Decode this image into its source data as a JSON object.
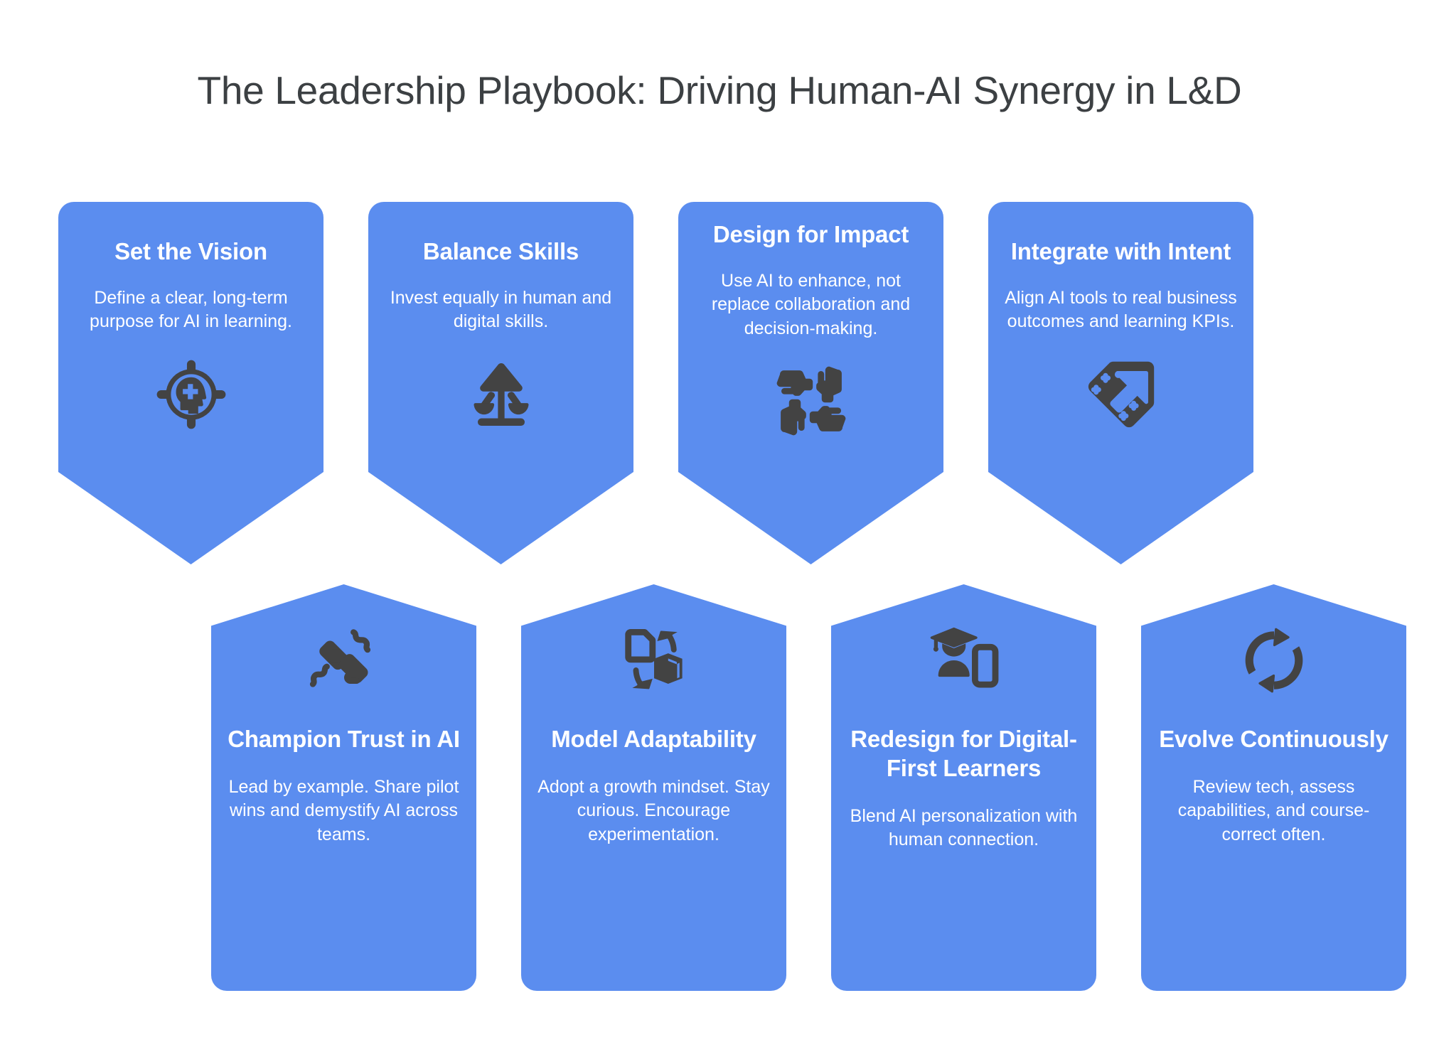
{
  "page": {
    "title": "The Leadership Playbook: Driving Human-AI Synergy in L&D",
    "background_color": "#ffffff",
    "title_color": "#3c4043",
    "card_color": "#5b8def",
    "card_text_color": "#ffffff",
    "icon_color": "#434343"
  },
  "rows": {
    "top": [
      {
        "title": "Set the Vision",
        "body": "Define a clear, long-term purpose for AI in learning.",
        "icon": "target-head-plus-icon"
      },
      {
        "title": "Balance Skills",
        "body": "Invest equally in human and digital skills.",
        "icon": "balance-scales-icon"
      },
      {
        "title": "Design for Impact",
        "body": "Use AI to enhance, not replace collaboration and decision-making.",
        "icon": "four-hands-collaboration-icon"
      },
      {
        "title": "Integrate with Intent",
        "body": "Align AI tools to real business outcomes and learning KPIs.",
        "icon": "tag-arrow-sparkle-icon"
      }
    ],
    "bottom": [
      {
        "title": "Champion Trust in AI",
        "body": "Lead by example. Share pilot wins and demystify AI across teams.",
        "icon": "handshake-trust-icon"
      },
      {
        "title": "Model Adaptability",
        "body": "Adopt a growth mindset. Stay curious. Encourage experimentation.",
        "icon": "transform-cycle-cube-icon"
      },
      {
        "title": "Redesign for Digital-First Learners",
        "body": "Blend AI personalization with human connection.",
        "icon": "graduate-mobile-icon"
      },
      {
        "title": "Evolve Continuously",
        "body": "Review tech, assess capabilities, and course-correct often.",
        "icon": "refresh-cycle-icon"
      }
    ]
  }
}
